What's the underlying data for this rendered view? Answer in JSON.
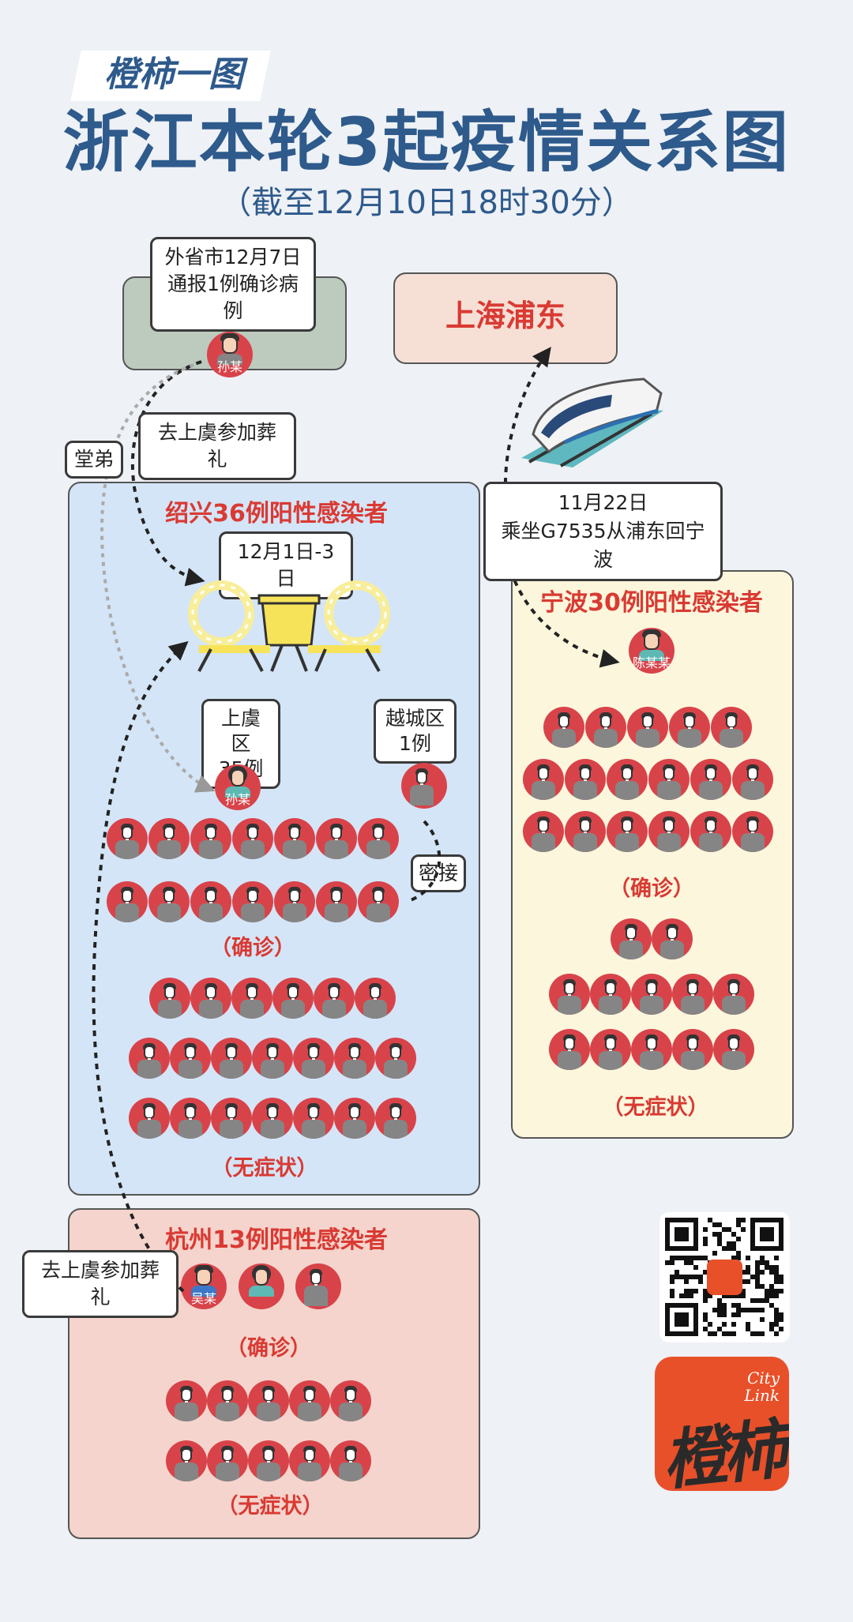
{
  "header": {
    "brand": "橙柿一图",
    "title": "浙江本轮3起疫情关系图",
    "subtitle": "（截至12月10日18时30分）"
  },
  "source": {
    "note": "外省市12月7日\n通报1例确诊病例",
    "person": "孙某"
  },
  "shanghai": {
    "label": "上海浦东"
  },
  "edges": {
    "funeral_from_source": "去上虞参加葬礼",
    "cousin": "堂弟",
    "train": "11月22日\n乘坐G7535从浦东回宁波",
    "close_contact": "密接",
    "funeral_from_hangzhou": "去上虞参加葬礼"
  },
  "shaoxing": {
    "title": "绍兴36例阳性感染者",
    "funeral_date": "12月1日-3日",
    "shangyu": "上虞区\n35例",
    "yuecheng": "越城区\n1例",
    "person": "孙某",
    "confirmed_label": "（确诊）",
    "asymptomatic_label": "（无症状）",
    "confirmed_rows": [
      7,
      7
    ],
    "asymptomatic_rows": [
      6,
      7,
      7
    ]
  },
  "ningbo": {
    "title": "宁波30例阳性感染者",
    "person": "陈某某",
    "confirmed_label": "（确诊）",
    "asymptomatic_label": "（无症状）",
    "confirmed_rows": [
      5,
      6,
      6
    ],
    "asymptomatic_rows": [
      2,
      5,
      5
    ]
  },
  "hangzhou": {
    "title": "杭州13例阳性感染者",
    "person": "吴某",
    "confirmed_label": "（确诊）",
    "asymptomatic_label": "（无症状）",
    "asymptomatic_rows": [
      5,
      5
    ]
  },
  "logo": {
    "city": "City",
    "link": "Link",
    "script": "橙柿"
  },
  "colors": {
    "title_blue": "#2e5a8c",
    "panel_red": "#d93a33",
    "figure_red": "#d8434a",
    "shaoxing_bg": "#d4e5f7",
    "ningbo_bg": "#fcf6dc",
    "hangzhou_bg": "#f4d4cc",
    "source_bg": "#bccbbd",
    "shanghai_bg": "#f6e0d6",
    "logo_orange": "#e8502a"
  }
}
